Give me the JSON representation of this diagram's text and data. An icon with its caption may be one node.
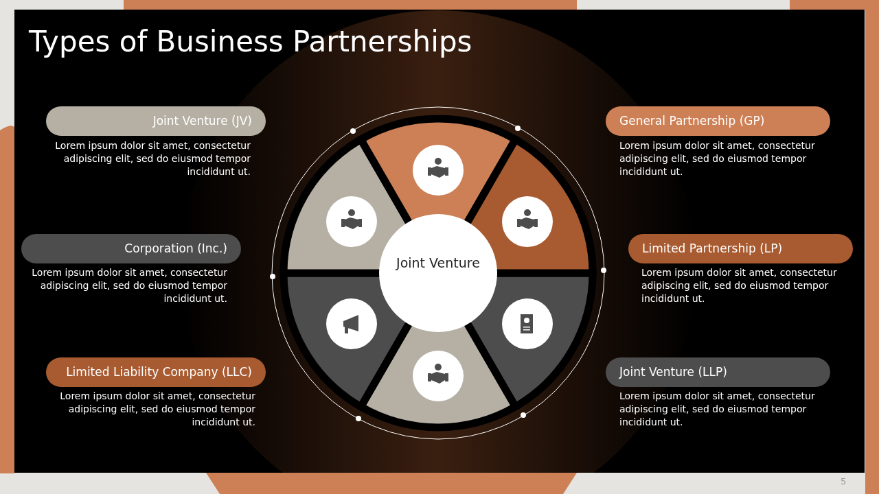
{
  "diagram": {
    "title": "Types of Business Partnerships",
    "nodes": [
      {
        "text": [
          "Joint Venture (JV)"
        ],
        "beside": [
          "Lorem ipsum dolor sit amet, consectetur adipiscing elit, sed do eiusmod tempor incididunt ut."
        ]
      },
      {
        "text": [
          "General Partnership (GP)"
        ],
        "beside": [
          "Lorem ipsum dolor sit amet, consectetur adipiscing elit, sed do eiusmod tempor incididunt ut."
        ]
      },
      {
        "text": [
          "Corporation (Inc.)"
        ],
        "beside": [
          "Lorem ipsum dolor sit amet, consectetur adipiscing elit, sed do eiusmod tempor incididunt ut."
        ]
      },
      {
        "text": [
          "Joint Venture"
        ]
      },
      {
        "text": [
          "Limited Partnership (LP)"
        ],
        "beside": [
          "Lorem ipsum dolor sit amet, consectetur adipiscing elit, sed do eiusmod tempor incididunt ut."
        ]
      },
      {
        "text": [
          "Limited Liability Company (LLC)"
        ],
        "beside": [
          "Lorem ipsum dolor sit amet, consectetur adipiscing elit, sed do eiusmod tempor incididunt ut."
        ]
      },
      {
        "text": [
          "Joint Venture (LLP)"
        ],
        "beside": [
          "Lorem ipsum dolor sit amet, consectetur adipiscing elit, sed do eiusmod tempor incididunt ut."
        ]
      }
    ],
    "labels": [
      "5"
    ]
  }
}
